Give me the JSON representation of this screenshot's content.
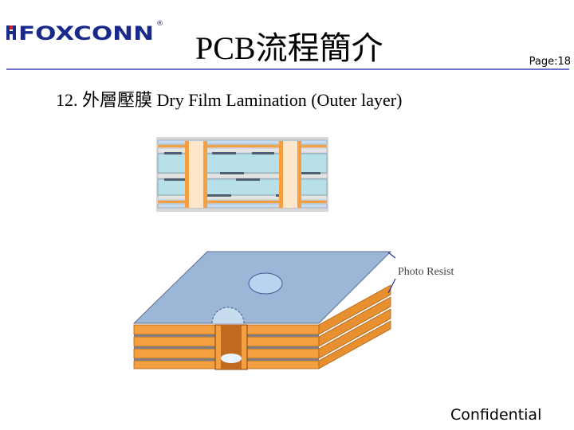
{
  "header": {
    "logo_text": "FOXCONN",
    "logo_mark": "®",
    "title": "PCB流程簡介",
    "page_label": "Page:18"
  },
  "slide": {
    "heading": "12. 外層壓膜 Dry Film Lamination (Outer layer)"
  },
  "diagram": {
    "photo_resist_label": "Photo Resist"
  },
  "footer": {
    "confidential": "Confidential"
  },
  "colors": {
    "logo_blue": "#1a2a8a",
    "rule": "#6f6fd0",
    "copper_orange": "#f4a040",
    "resist_blue": "#9cb6d8",
    "teal_core": "#b8e0e8"
  }
}
